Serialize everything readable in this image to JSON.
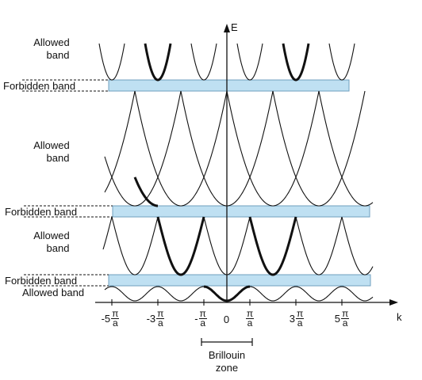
{
  "axes": {
    "energy_label": "E",
    "k_label": "k"
  },
  "bands": {
    "allowed_top": [
      "Allowed",
      "band"
    ],
    "allowed_mid": [
      "Allowed",
      "band"
    ],
    "allowed_low": [
      "Allowed",
      "band"
    ],
    "allowed_bottom": "Allowed band"
  },
  "forbidden": {
    "top": "Forbidden band",
    "middle": "Forbidden band",
    "bottom": "Forbidden band",
    "color": "#bfe0f2",
    "border_color": "#6f9fbf"
  },
  "ticks": [
    {
      "sign": "-5",
      "num": "π",
      "den": "a"
    },
    {
      "sign": "-3",
      "num": "π",
      "den": "a"
    },
    {
      "sign": "-",
      "num": "π",
      "den": "a"
    },
    {
      "sign": "0",
      "num": "",
      "den": ""
    },
    {
      "sign": "",
      "num": "π",
      "den": "a"
    },
    {
      "sign": "3",
      "num": "π",
      "den": "a"
    },
    {
      "sign": "5",
      "num": "π",
      "den": "a"
    }
  ],
  "brillouin": {
    "line1": "Brillouin",
    "line2": "zone"
  }
}
